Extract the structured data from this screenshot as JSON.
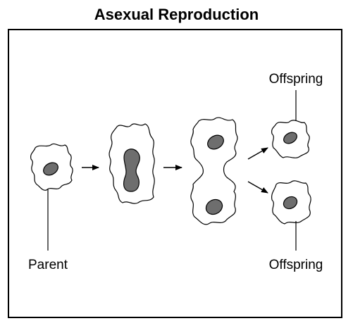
{
  "title": "Asexual Reproduction",
  "labels": {
    "parent": "Parent",
    "offspring_top": "Offspring",
    "offspring_bottom": "Offspring"
  },
  "colors": {
    "nucleus": "#6e6e6e",
    "outline": "#000000",
    "background": "#ffffff"
  }
}
